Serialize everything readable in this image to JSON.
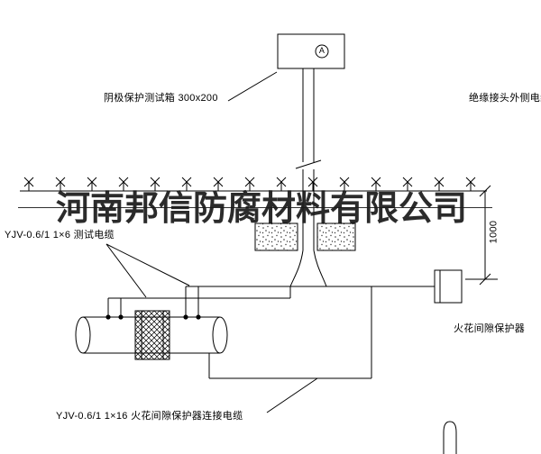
{
  "watermark": {
    "text": "河南邦信防腐材料有限公司"
  },
  "labels": {
    "test_box": "阴极保护测试箱 300x200",
    "insulation_joint_cable": "绝缘接头外侧电缆",
    "test_cable": "YJV-0.6/1 1×6  测试电缆",
    "spark_gap_protector": "火花间隙保护器",
    "spark_gap_cable": "YJV-0.6/1 1×16  火花间隙保护器连接电缆",
    "meter": "A",
    "dimension_1000": "1000"
  },
  "colors": {
    "line": "#000000",
    "watermark": "#1f1f1f",
    "background": "#ffffff"
  }
}
